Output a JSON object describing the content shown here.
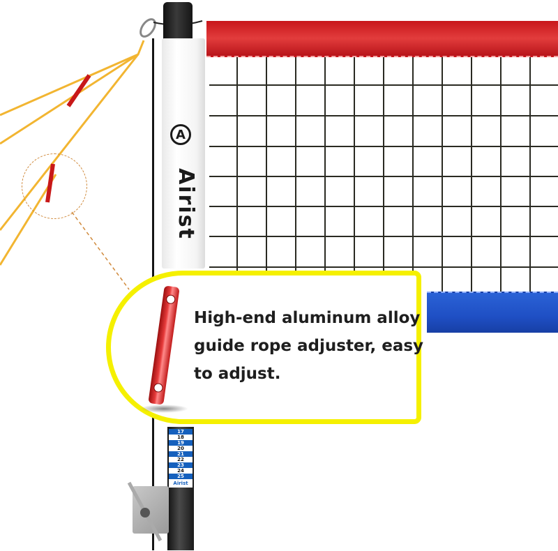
{
  "product": {
    "brand": "Airist",
    "callout": {
      "line1": "High-end aluminum alloy",
      "line2": "guide rope adjuster, easy",
      "line3": "to adjust."
    },
    "height_scale": [
      "17",
      "18",
      "19",
      "20",
      "21",
      "22",
      "23",
      "24",
      "25"
    ],
    "scale_brand": "Airist",
    "logo_letter": "A"
  },
  "colors": {
    "top_band": "#d42a2c",
    "bottom_band": "#2457cf",
    "callout_border": "#f5f000",
    "rope": "#f2b531",
    "adjuster": "#d42020",
    "net_lines": "#2a2a22"
  }
}
